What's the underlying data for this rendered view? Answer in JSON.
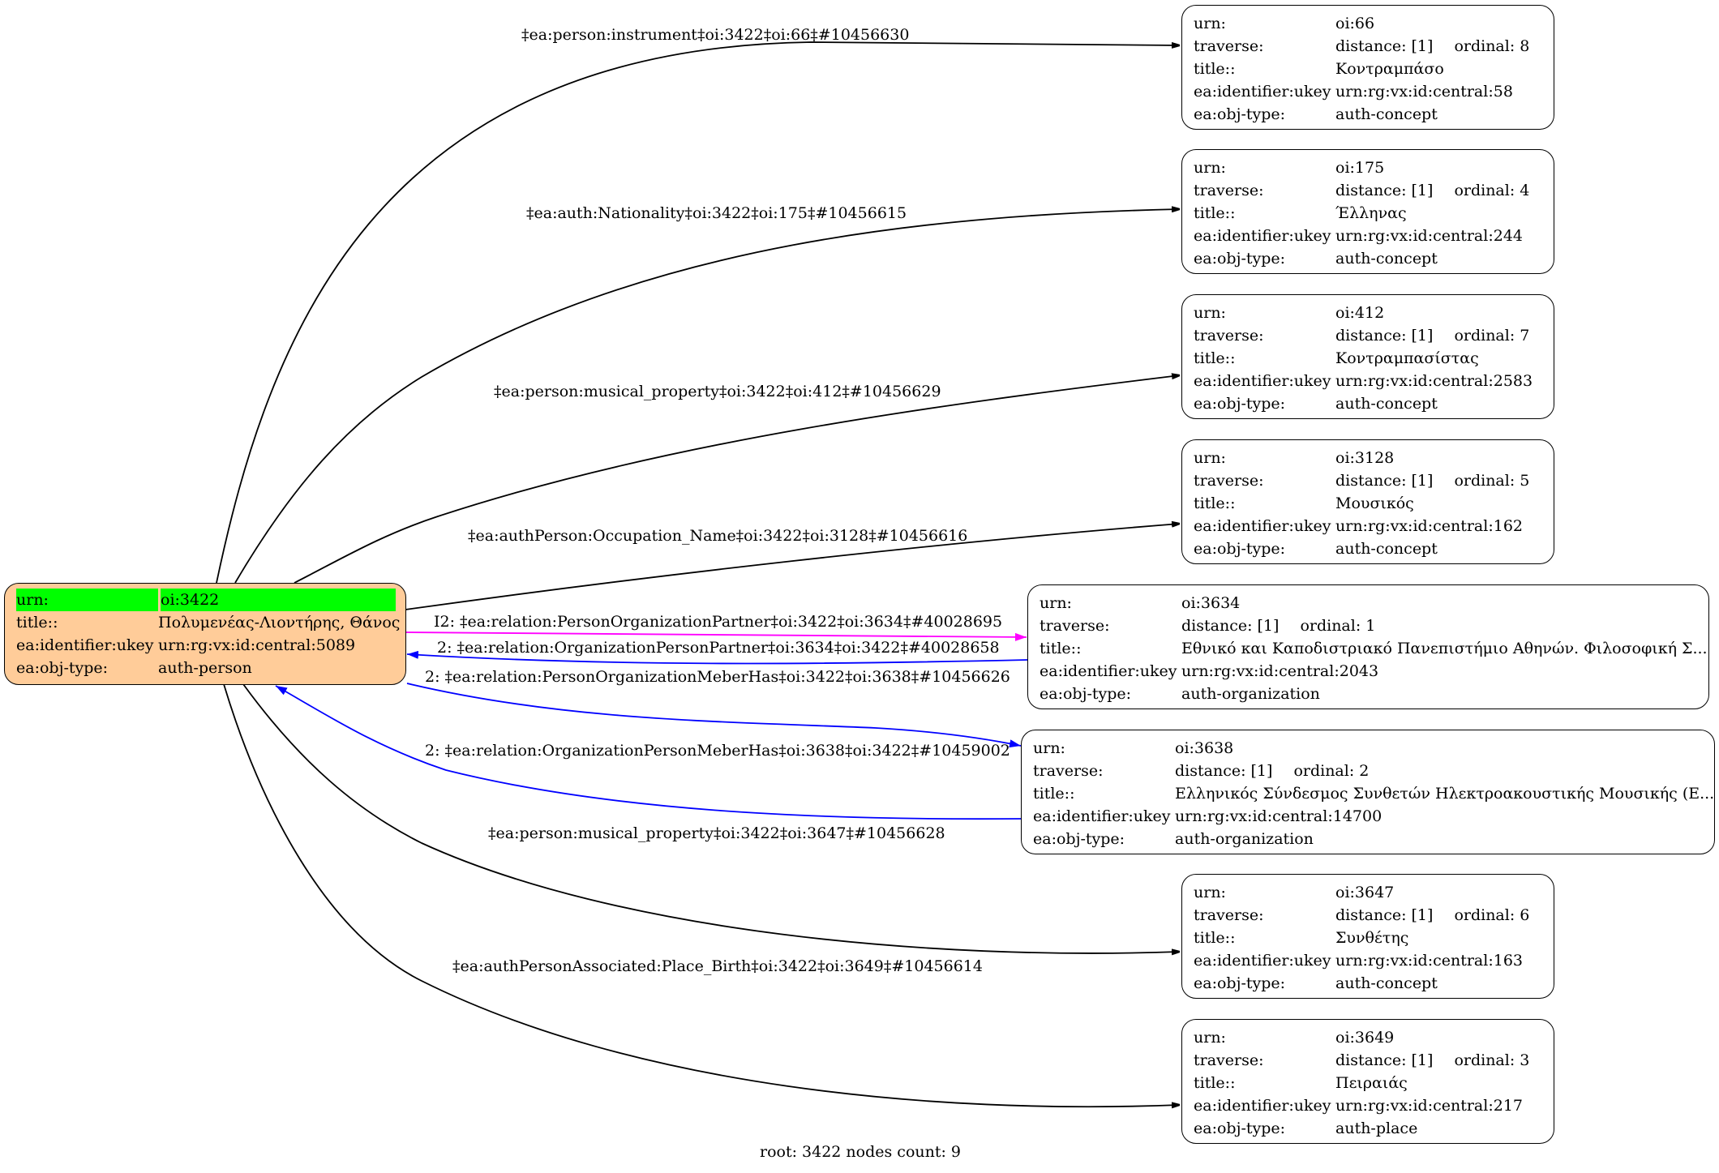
{
  "root": {
    "urn_label": "urn:",
    "urn": "oi:3422",
    "title_label": "title::",
    "title": "Πολυμενέας-Λιοντήρης, Θάνος",
    "ukey_label": "ea:identifier:ukey",
    "ukey": "urn:rg:vx:id:central:5089",
    "type_label": "ea:obj-type:",
    "type": "auth-person",
    "fill_color": "#ffcc99",
    "highlight_color": "#00ff00"
  },
  "labels": {
    "urn": "urn:",
    "traverse": "traverse:",
    "title": "title::",
    "ukey": "ea:identifier:ukey",
    "type": "ea:obj-type:"
  },
  "nodes": [
    {
      "urn": "oi:66",
      "distance": "distance: [1]",
      "ordinal": "ordinal: 8",
      "title": "Κοντραμπάσο",
      "ukey": "urn:rg:vx:id:central:58",
      "type": "auth-concept"
    },
    {
      "urn": "oi:175",
      "distance": "distance: [1]",
      "ordinal": "ordinal: 4",
      "title": "Έλληνας",
      "ukey": "urn:rg:vx:id:central:244",
      "type": "auth-concept"
    },
    {
      "urn": "oi:412",
      "distance": "distance: [1]",
      "ordinal": "ordinal: 7",
      "title": "Κοντραμπασίστας",
      "ukey": "urn:rg:vx:id:central:2583",
      "type": "auth-concept"
    },
    {
      "urn": "oi:3128",
      "distance": "distance: [1]",
      "ordinal": "ordinal: 5",
      "title": "Μουσικός",
      "ukey": "urn:rg:vx:id:central:162",
      "type": "auth-concept"
    },
    {
      "urn": "oi:3634",
      "distance": "distance: [1]",
      "ordinal": "ordinal: 1",
      "title": "Εθνικό και Καποδιστριακό Πανεπιστήμιο Αθηνών. Φιλοσοφική Σ...",
      "ukey": "urn:rg:vx:id:central:2043",
      "type": "auth-organization"
    },
    {
      "urn": "oi:3638",
      "distance": "distance: [1]",
      "ordinal": "ordinal: 2",
      "title": "Ελληνικός Σύνδεσμος Συνθετών Ηλεκτροακουστικής Μουσικής (Ε...",
      "ukey": "urn:rg:vx:id:central:14700",
      "type": "auth-organization"
    },
    {
      "urn": "oi:3647",
      "distance": "distance: [1]",
      "ordinal": "ordinal: 6",
      "title": "Συνθέτης",
      "ukey": "urn:rg:vx:id:central:163",
      "type": "auth-concept"
    },
    {
      "urn": "oi:3649",
      "distance": "distance: [1]",
      "ordinal": "ordinal: 3",
      "title": "Πειραιάς",
      "ukey": "urn:rg:vx:id:central:217",
      "type": "auth-place"
    }
  ],
  "edges": [
    {
      "label": "‡ea:person:instrument‡oi:3422‡oi:66‡#10456630",
      "color": "#000000"
    },
    {
      "label": "‡ea:auth:Nationality‡oi:3422‡oi:175‡#10456615",
      "color": "#000000"
    },
    {
      "label": "‡ea:person:musical_property‡oi:3422‡oi:412‡#10456629",
      "color": "#000000"
    },
    {
      "label": "‡ea:authPerson:Occupation_Name‡oi:3422‡oi:3128‡#10456616",
      "color": "#000000"
    },
    {
      "label": "I2: ‡ea:relation:PersonOrganizationPartner‡oi:3422‡oi:3634‡#40028695",
      "color": "#ff00ff"
    },
    {
      "label": "2: ‡ea:relation:OrganizationPersonPartner‡oi:3634‡oi:3422‡#40028658",
      "color": "#0000ff"
    },
    {
      "label": "2: ‡ea:relation:PersonOrganizationMeberHas‡oi:3422‡oi:3638‡#10456626",
      "color": "#0000ff"
    },
    {
      "label": "2: ‡ea:relation:OrganizationPersonMeberHas‡oi:3638‡oi:3422‡#10459002",
      "color": "#0000ff"
    },
    {
      "label": "‡ea:person:musical_property‡oi:3422‡oi:3647‡#10456628",
      "color": "#000000"
    },
    {
      "label": "‡ea:authPersonAssociated:Place_Birth‡oi:3422‡oi:3649‡#10456614",
      "color": "#000000"
    }
  ],
  "footer": "root: 3422 nodes count: 9"
}
